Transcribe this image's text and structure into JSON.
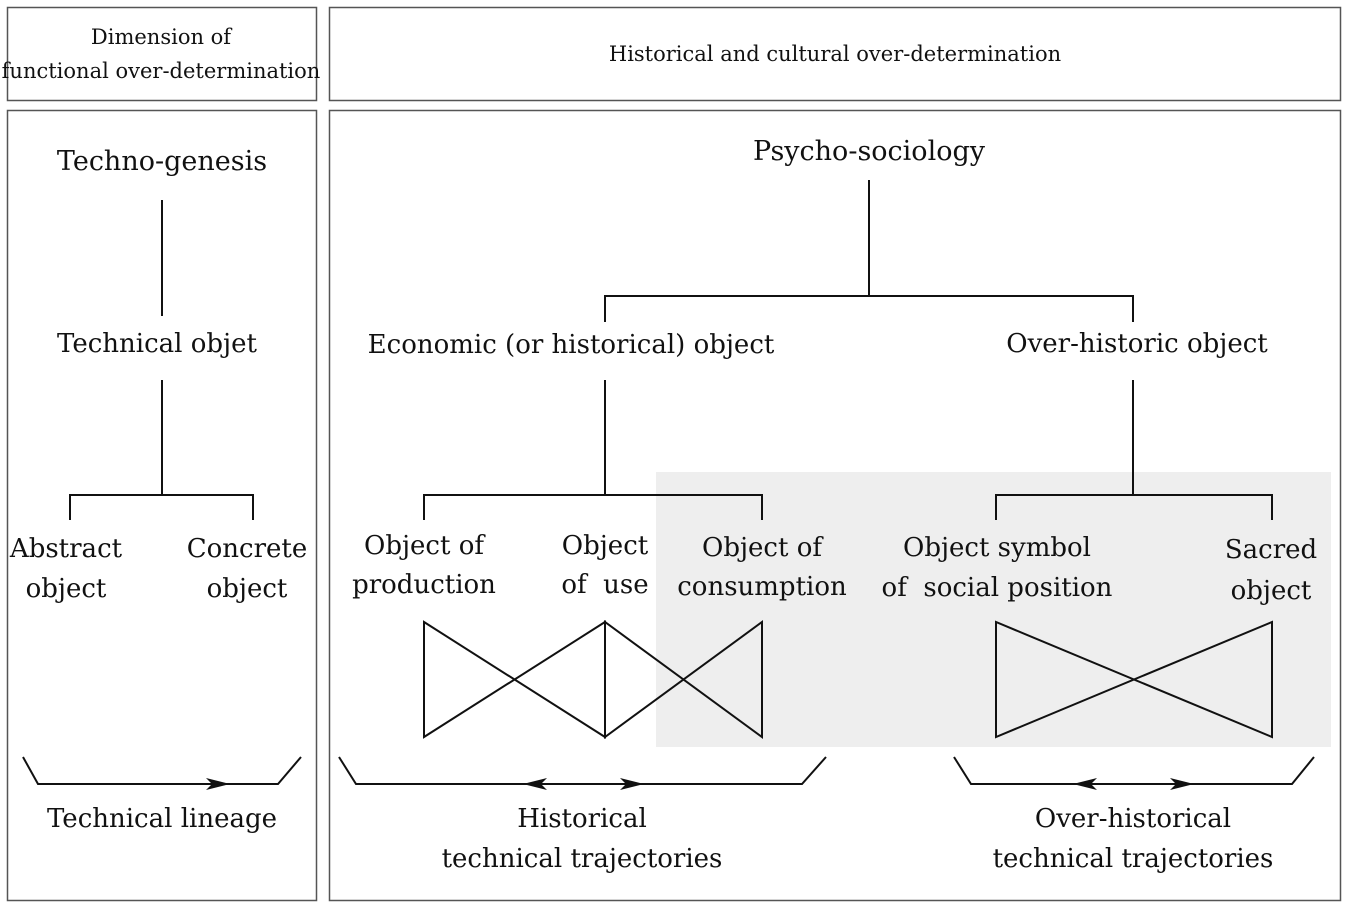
{
  "headers": {
    "left_line1": "Dimension of",
    "left_line2": "functional over-determination",
    "right": "Historical and cultural over-determination"
  },
  "left_panel": {
    "root": "Techno-genesis",
    "middle": "Technical objet",
    "leaf_abstract_1": "Abstract",
    "leaf_abstract_2": "object",
    "leaf_concrete_1": "Concrete",
    "leaf_concrete_2": "object",
    "lineage": "Technical lineage"
  },
  "right_panel": {
    "root": "Psycho-sociology",
    "economic": "Economic (or historical) object",
    "overhistoric": "Over-historic object",
    "production_1": "Object of",
    "production_2": "production",
    "use_1": "Object",
    "use_2": "of  use",
    "consumption_1": "Object of",
    "consumption_2": "consumption",
    "symbol_1": "Object symbol",
    "symbol_2": "of  social position",
    "sacred_1": "Sacred",
    "sacred_2": "object",
    "historical_1": "Historical",
    "historical_2": "technical trajectories",
    "overhistorical_1": "Over-historical",
    "overhistorical_2": "technical trajectories"
  },
  "colors": {
    "highlight": "#eeeeee",
    "line": "#111111",
    "border": "#555555"
  }
}
